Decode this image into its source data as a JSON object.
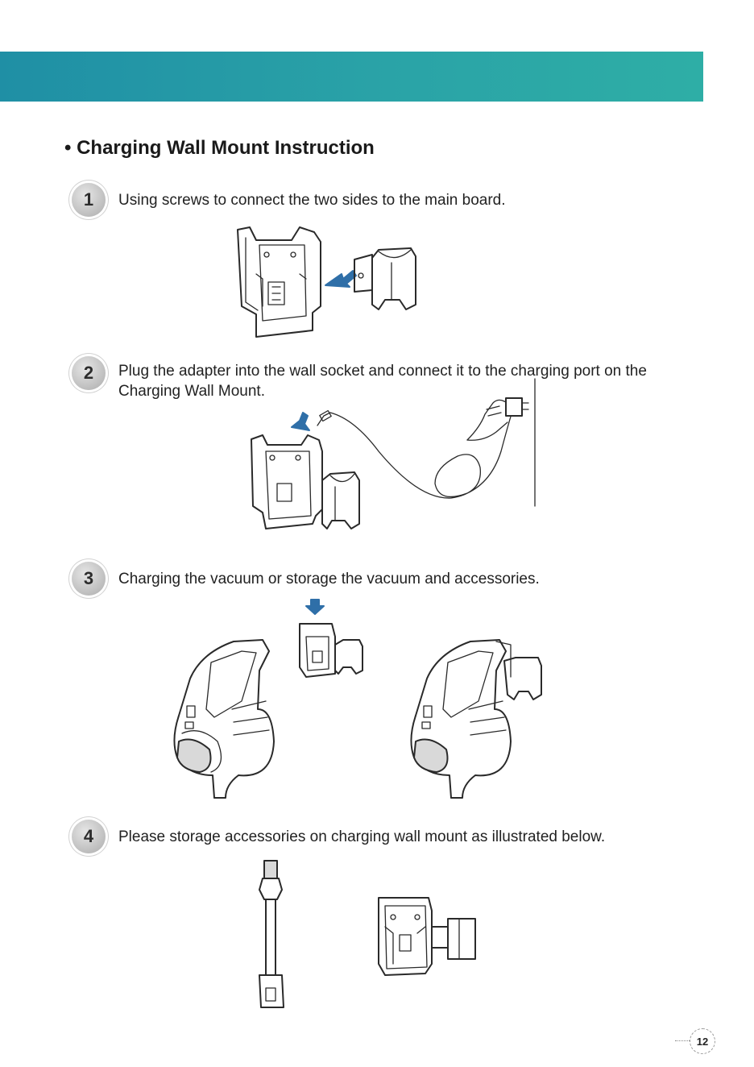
{
  "header": {
    "title": "• Charging Wall Mount Instruction"
  },
  "steps": [
    {
      "number": "1",
      "text": "Using screws to connect the two sides to the main board."
    },
    {
      "number": "2",
      "text": "Plug the adapter into the wall socket and connect it to the charging port on the Charging Wall Mount."
    },
    {
      "number": "3",
      "text": "Charging the vacuum or storage the vacuum and accessories."
    },
    {
      "number": "4",
      "text": "Please storage accessories on charging wall mount as illustrated below."
    }
  ],
  "footer": {
    "page_number": "12"
  },
  "colors": {
    "banner_start": "#1f8fa5",
    "banner_end": "#2eaea6",
    "arrow": "#2f6fa8"
  }
}
